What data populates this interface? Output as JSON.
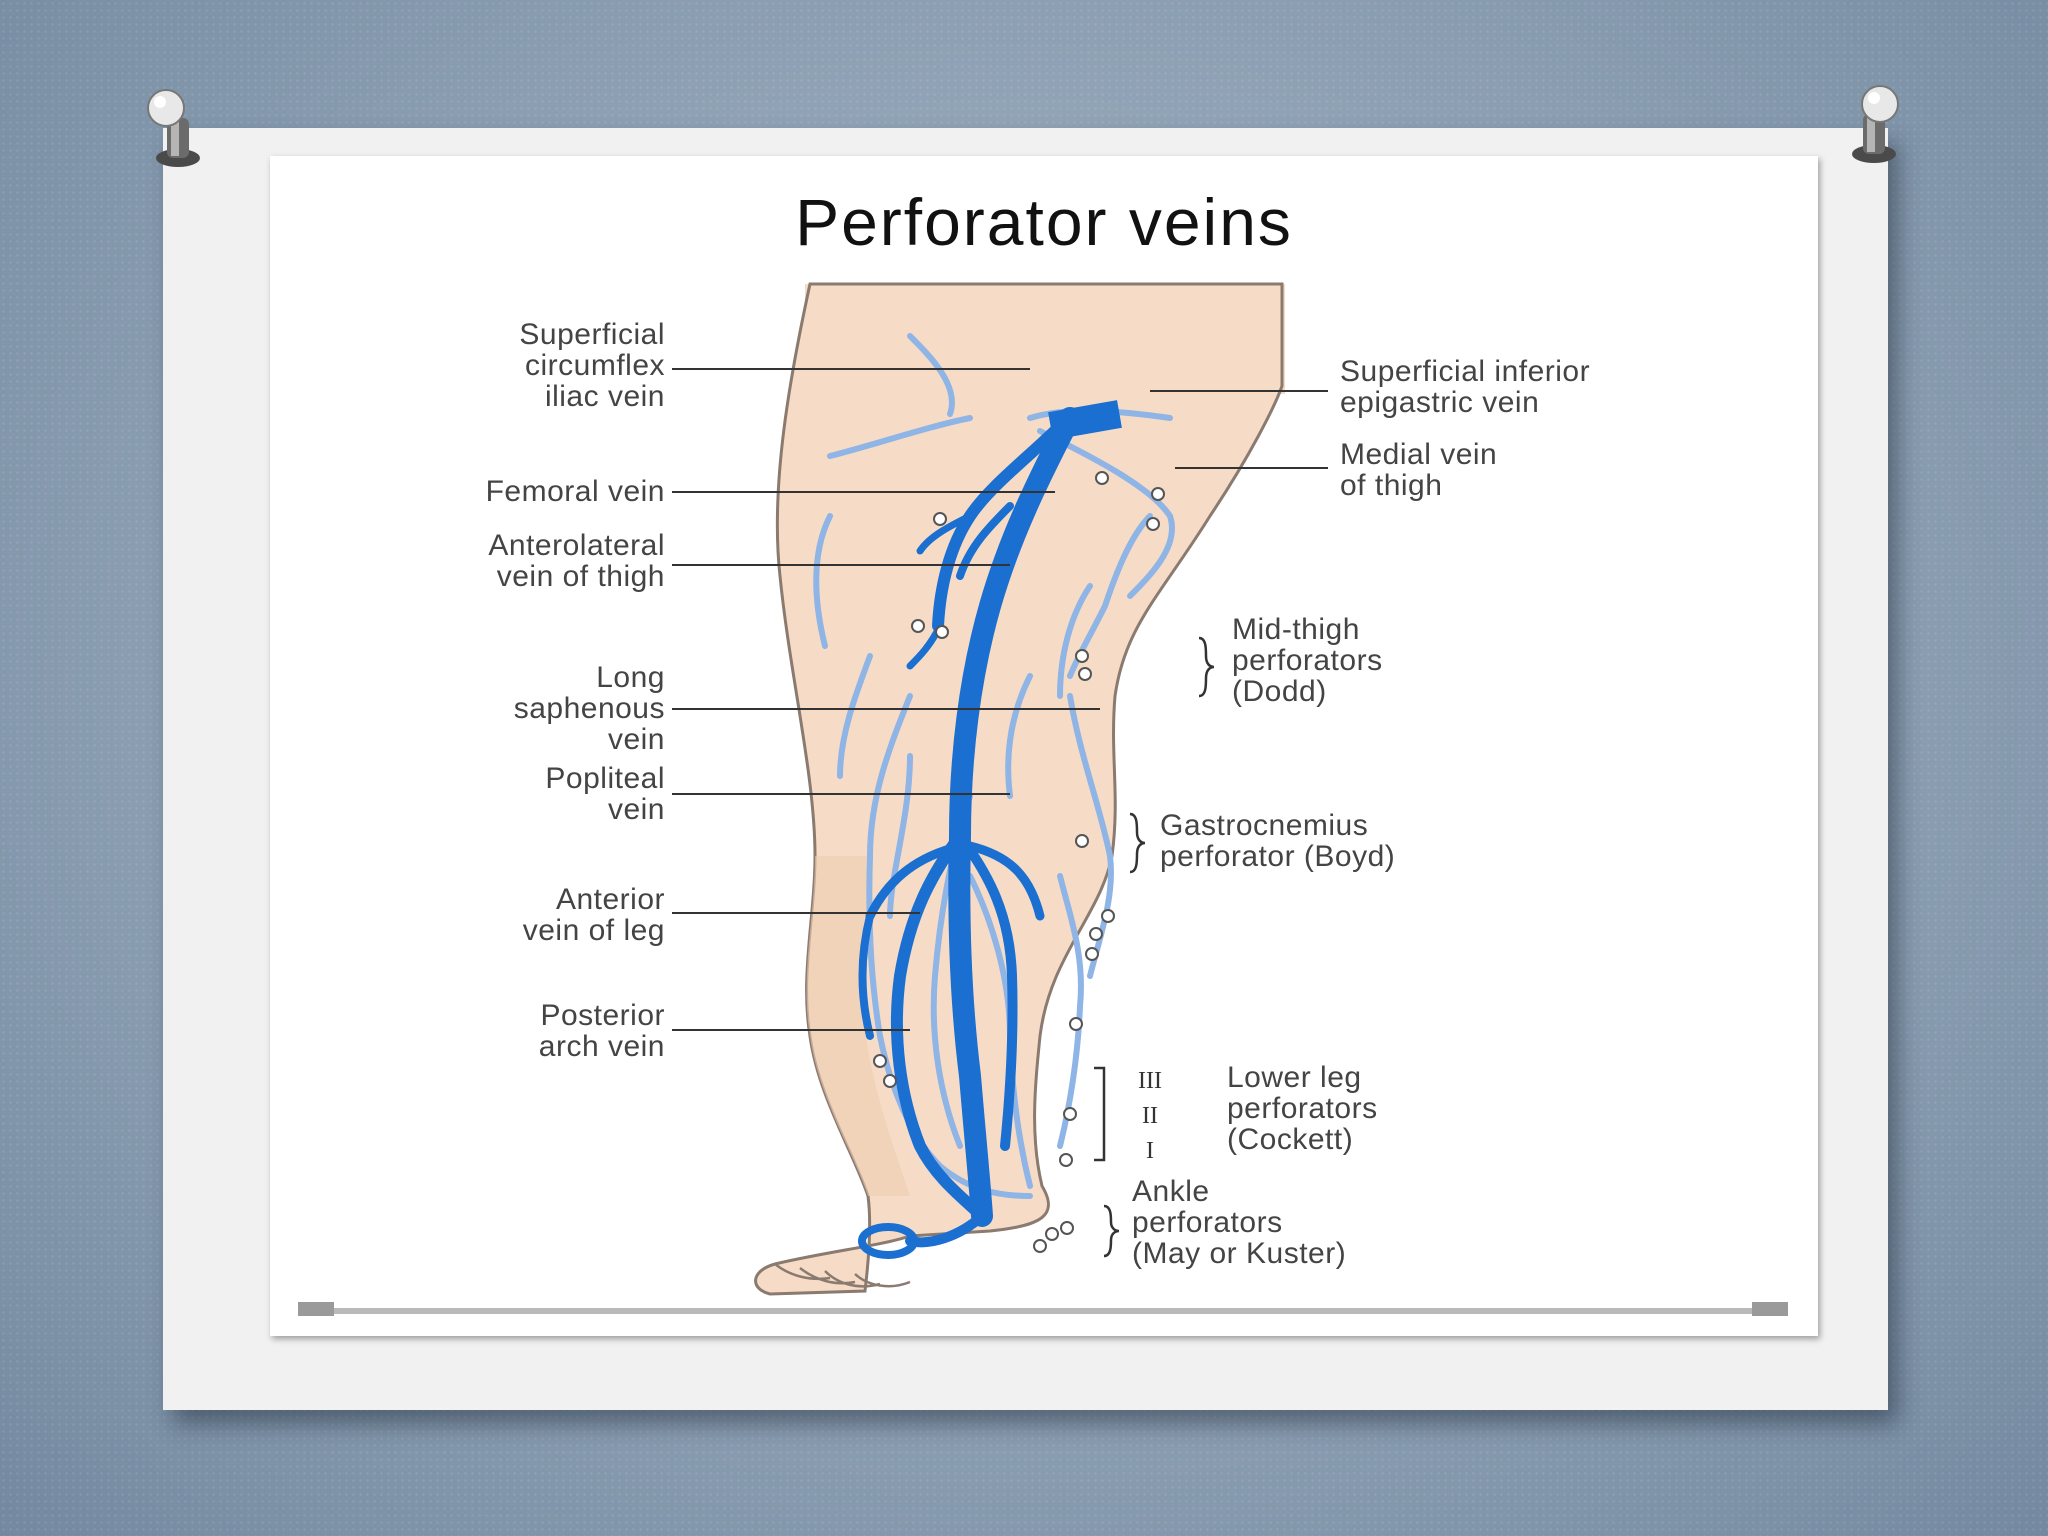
{
  "title": "Perforator veins",
  "labels_left": {
    "superficial_circumflex": [
      "Superficial",
      "circumflex",
      "iliac vein"
    ],
    "femoral": [
      "Femoral vein"
    ],
    "anterolateral": [
      "Anterolateral",
      "vein of thigh"
    ],
    "long_saphenous": [
      "Long",
      "saphenous",
      "vein"
    ],
    "popliteal": [
      "Popliteal",
      "vein"
    ],
    "anterior_leg": [
      "Anterior",
      "vein of leg"
    ],
    "posterior_arch": [
      "Posterior",
      "arch vein"
    ]
  },
  "labels_right": {
    "superficial_inferior_epigastric": [
      "Superficial inferior",
      "epigastric vein"
    ],
    "medial_thigh": [
      "Medial vein",
      "of thigh"
    ],
    "mid_thigh": [
      "Mid-thigh",
      "perforators",
      "(Dodd)"
    ],
    "gastrocnemius": [
      "Gastrocnemius",
      "perforator (Boyd)"
    ],
    "lower_leg": [
      "Lower leg",
      "perforators",
      "(Cockett)"
    ],
    "ankle": [
      "Ankle",
      "perforators",
      "(May or Kuster)"
    ]
  },
  "cockett_numerals": [
    "III",
    "II",
    "I"
  ],
  "colors": {
    "vein_deep": "#1a6fd1",
    "vein_light": "#8fb4e6",
    "skin": "#f6dcc6",
    "skin_outline": "#8a7a70",
    "leader_line": "#333333"
  }
}
